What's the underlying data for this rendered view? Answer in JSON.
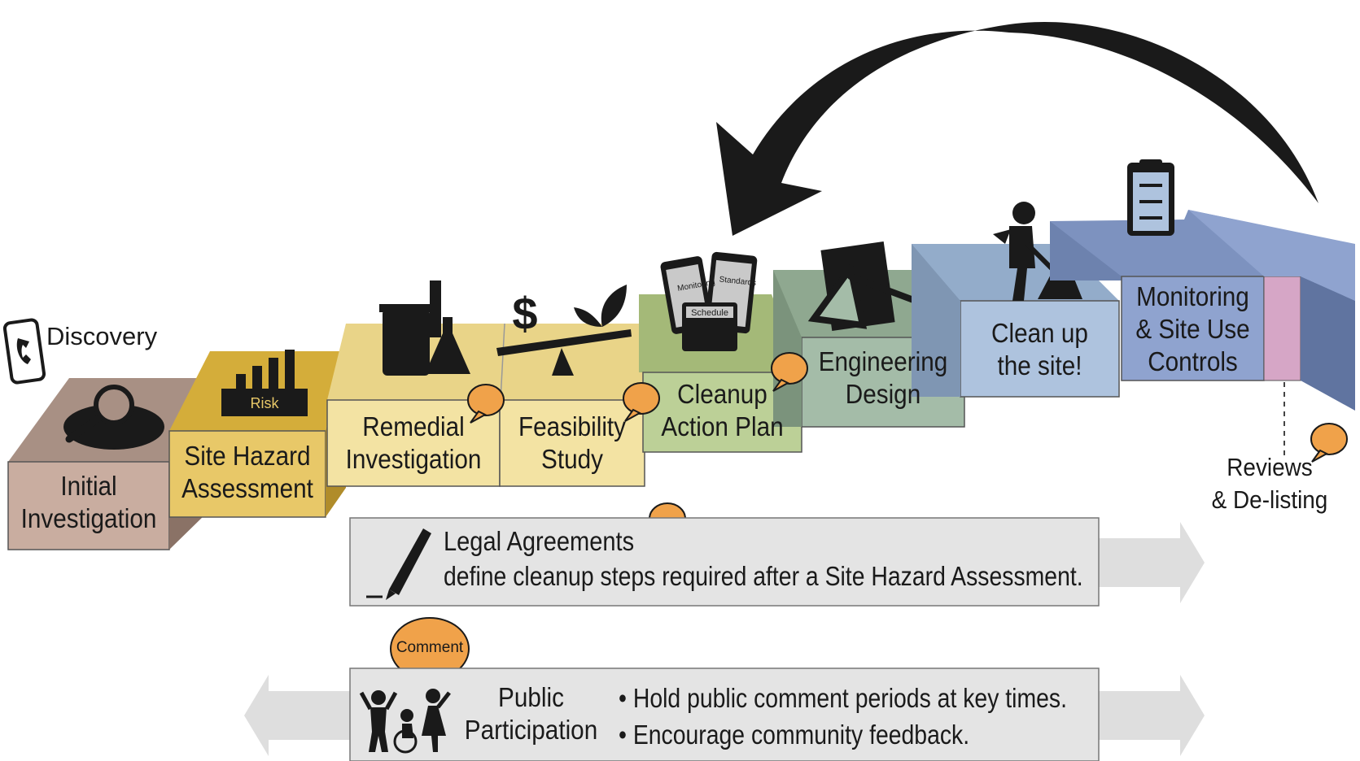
{
  "colors": {
    "initial": "#c9ada0",
    "site_hazard": "#e8c868",
    "remedial": "#f3e3a3",
    "cleanup_plan": "#bcd097",
    "engineering": "#a4bca8",
    "cleanup_site": "#aec3de",
    "monitoring": "#8fa3cf",
    "bubble": "#f0a24a",
    "banner": "#e4e4e4",
    "arrow_gray": "#dedede",
    "pink": "#d6a6c6"
  },
  "discovery": {
    "label": "Discovery",
    "icon": "phone-icon"
  },
  "steps": [
    {
      "id": "initial",
      "lines": [
        "Initial",
        "Investigation"
      ],
      "icon": "magnifier-icon"
    },
    {
      "id": "site-hazard",
      "lines": [
        "Site Hazard",
        "Assessment"
      ],
      "icon": "risk-meter-icon",
      "icon_text": "Risk"
    },
    {
      "id": "remedial",
      "lines": [
        "Remedial",
        "Investigation"
      ],
      "icon": "lab-glassware-icon"
    },
    {
      "id": "feasibility",
      "lines": [
        "Feasibility",
        "Study"
      ],
      "icon": "cost-benefit-scale-icon"
    },
    {
      "id": "cleanup-action-plan",
      "lines": [
        "Cleanup",
        "Action Plan"
      ],
      "icon": "clipboards-icon",
      "icon_texts": [
        "Monitoring",
        "Standards",
        "Schedule"
      ]
    },
    {
      "id": "engineering",
      "lines": [
        "Engineering",
        "Design"
      ],
      "icon": "drafting-icon"
    },
    {
      "id": "cleanup-site",
      "lines": [
        "Clean up",
        "the site!"
      ],
      "icon": "worker-shovel-icon"
    },
    {
      "id": "monitoring",
      "lines": [
        "Monitoring",
        "& Site Use",
        "Controls"
      ],
      "icon": "checklist-icon"
    }
  ],
  "reviews": {
    "lines": [
      "Reviews",
      "& De-listing"
    ]
  },
  "legal": {
    "title": "Legal Agreements",
    "text": "define cleanup steps required after a Site Hazard Assessment.",
    "icon": "pen-icon"
  },
  "public": {
    "title_lines": [
      "Public",
      "Participation"
    ],
    "bullets": [
      "• Hold public comment periods at key times.",
      "• Encourage community feedback."
    ],
    "bubble": "Comment",
    "icon": "people-icon"
  },
  "loop_arrow": {
    "icon": "return-arrow-icon"
  }
}
